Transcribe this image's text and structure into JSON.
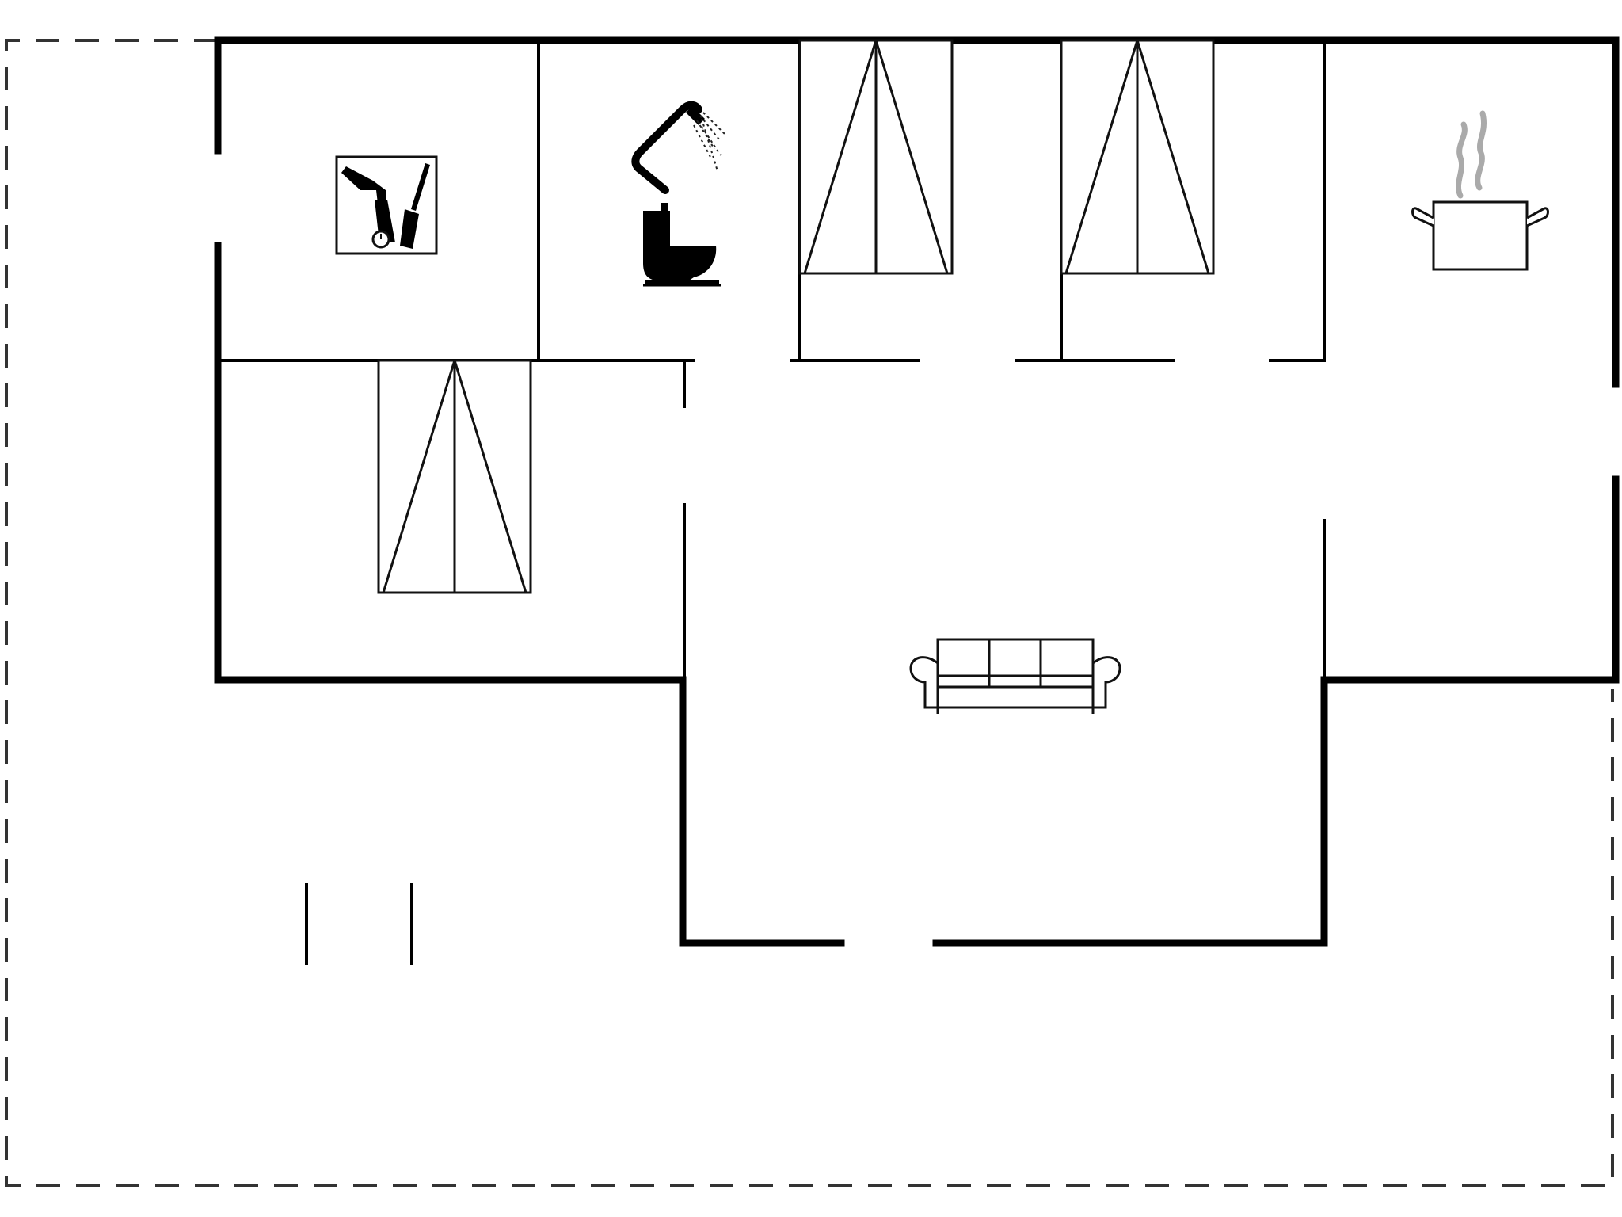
{
  "colors": {
    "wall": "#000000",
    "plot_outline": "#333333",
    "steam": "#aaaaaa",
    "background": "#ffffff"
  },
  "rooms": [
    {
      "id": "utility",
      "icon": "utility-cleaning-icon"
    },
    {
      "id": "bathroom",
      "icons": [
        "shower-icon",
        "toilet-icon"
      ]
    },
    {
      "id": "bedroom-1",
      "icon": "bed-icon"
    },
    {
      "id": "bedroom-2",
      "icon": "bed-icon"
    },
    {
      "id": "bedroom-3",
      "icon": "bed-icon"
    },
    {
      "id": "kitchen",
      "icon": "cooking-pot-icon"
    },
    {
      "id": "living-room",
      "icon": "sofa-icon"
    }
  ]
}
